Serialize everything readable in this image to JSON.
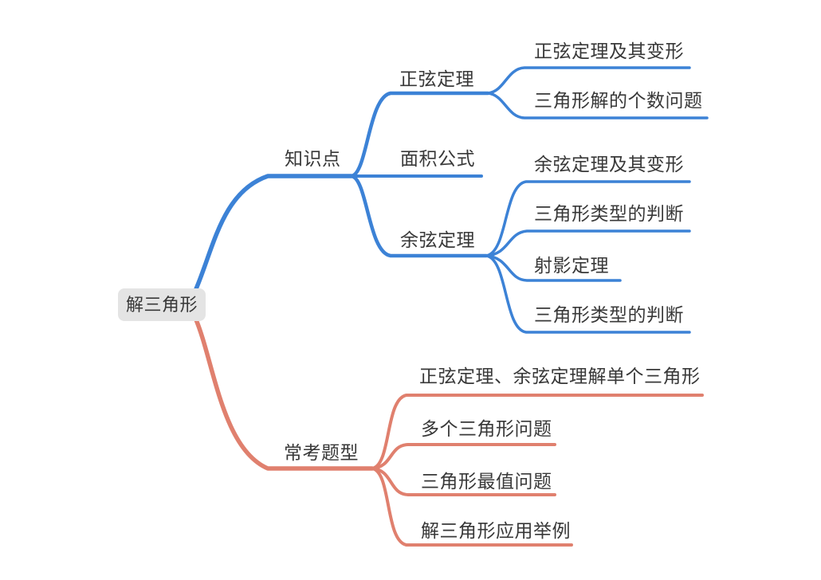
{
  "colors": {
    "branch_blue": "#3C82D6",
    "branch_salmon": "#E0806E",
    "root_bg": "#E4E4E4",
    "text": "#383838"
  },
  "root": {
    "label": "解三角形"
  },
  "branches": [
    {
      "label": "知识点",
      "children": [
        {
          "label": "正弦定理",
          "children": [
            {
              "label": "正弦定理及其变形"
            },
            {
              "label": "三角形解的个数问题"
            }
          ]
        },
        {
          "label": "面积公式",
          "children": []
        },
        {
          "label": "余弦定理",
          "children": [
            {
              "label": "余弦定理及其变形"
            },
            {
              "label": "三角形类型的判断"
            },
            {
              "label": "射影定理"
            },
            {
              "label": "三角形类型的判断"
            }
          ]
        }
      ]
    },
    {
      "label": "常考题型",
      "children": [
        {
          "label": "正弦定理、余弦定理解单个三角形"
        },
        {
          "label": "多个三角形问题"
        },
        {
          "label": "三角形最值问题"
        },
        {
          "label": "解三角形应用举例"
        }
      ]
    }
  ]
}
